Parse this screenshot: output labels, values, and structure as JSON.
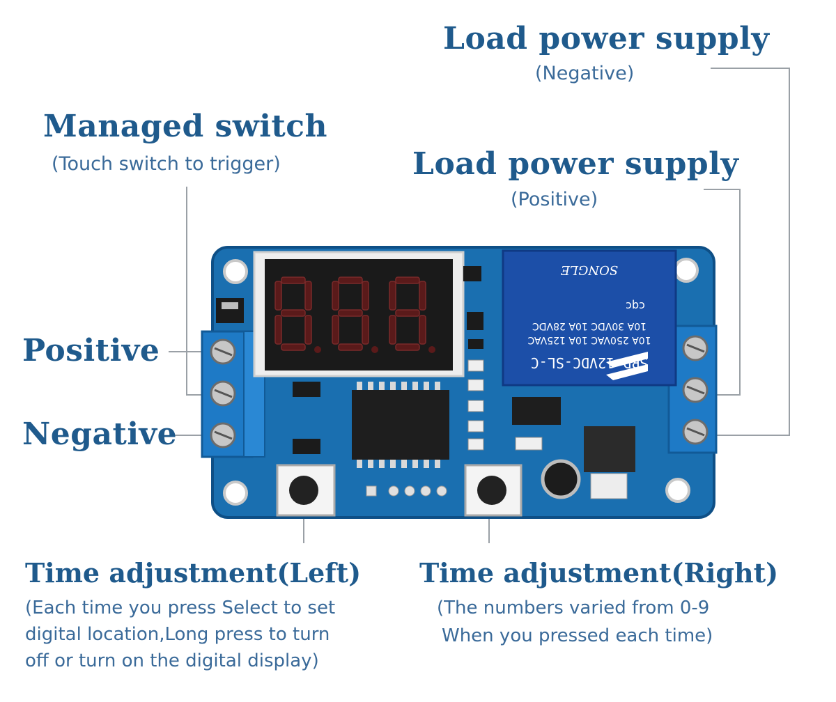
{
  "labels": {
    "load_neg_title": "Load power supply",
    "load_neg_sub": "(Negative)",
    "load_pos_title": "Load power supply",
    "load_pos_sub": "(Positive)",
    "managed_title": "Managed switch",
    "managed_sub": "(Touch switch to trigger)",
    "positive": "Positive",
    "negative": "Negative",
    "time_left_title": "Time adjustment(Left)",
    "time_left_sub": [
      "(Each time you press Select to set",
      "digital location,Long press  to turn",
      "off or turn on the digital display)"
    ],
    "time_right_title": "Time adjustment(Right)",
    "time_right_sub": [
      "(The numbers varied from 0-9",
      "When you pressed each time)"
    ]
  },
  "relay": {
    "model": "SRD-12VDC-SL-C",
    "rating1": "10A 250VAC  10A 125VAC",
    "rating2": "10A 30VDC   10A 28VDC",
    "brand": "SONGLE",
    "cert": "cqc"
  },
  "display": {
    "digits": "8.8.8."
  },
  "colors": {
    "label_blue": "#1f5a8c",
    "sub_blue": "#3a6a99",
    "board_blue": "#1a6fb0",
    "terminal_blue": "#1e7ac6",
    "relay_blue": "#1c4fa8",
    "led_red_off": "#5a1a1a"
  }
}
